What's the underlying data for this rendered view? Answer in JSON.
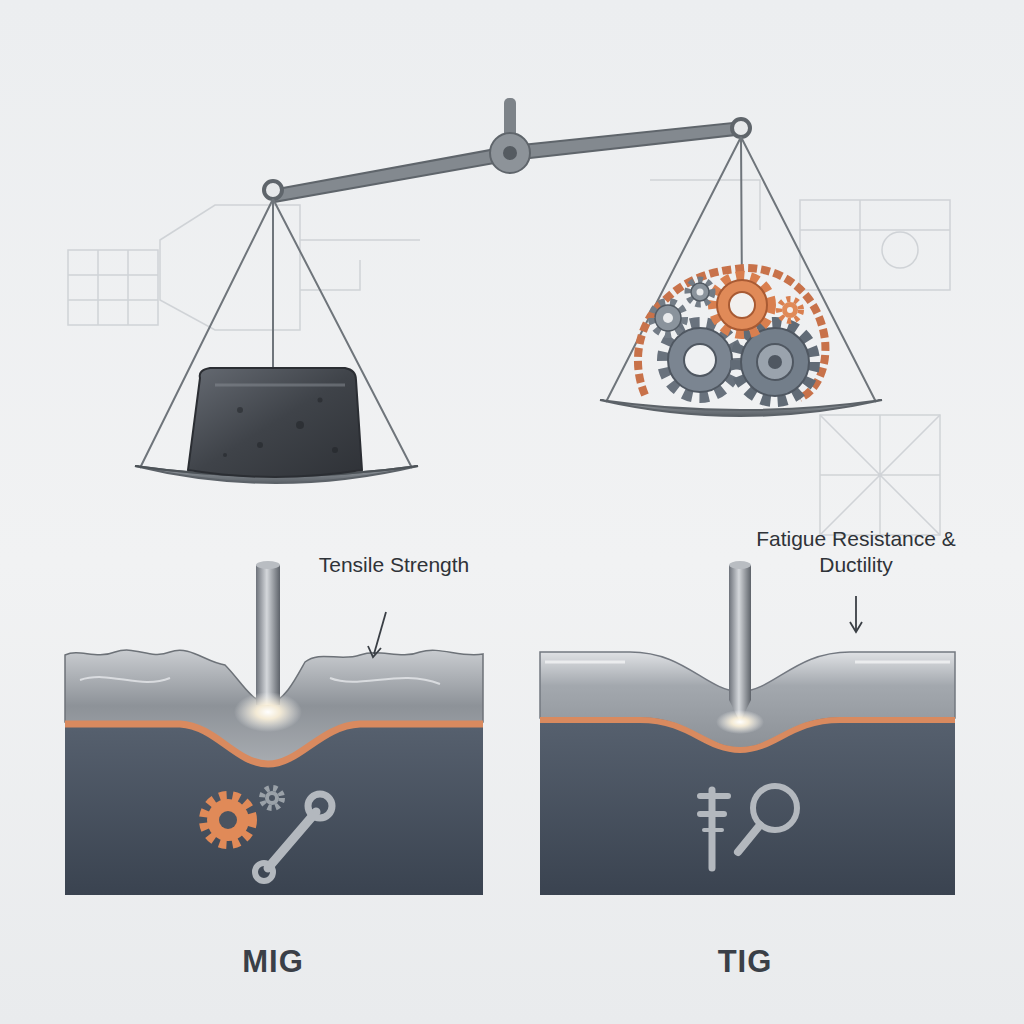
{
  "diagram": {
    "labels": [
      "Tensile Strength",
      "Fatigue Resistance & Ductility",
      "MIG",
      "TIG"
    ]
  }
}
